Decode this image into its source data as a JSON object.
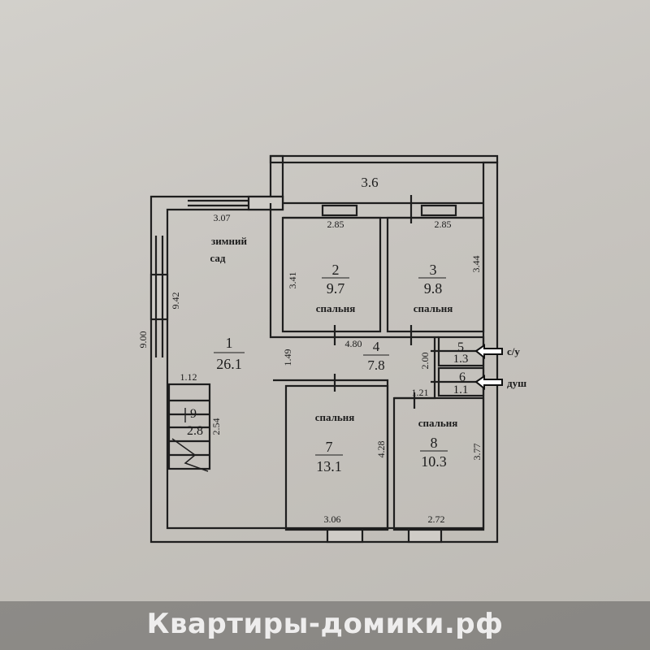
{
  "plan": {
    "balcony_width": "3.6",
    "rooms": [
      {
        "number": "1",
        "area": "26.1",
        "name": "зимний",
        "name2": "сад"
      },
      {
        "number": "2",
        "area": "9.7",
        "name": "спальня"
      },
      {
        "number": "3",
        "area": "9.8",
        "name": "спальня"
      },
      {
        "number": "4",
        "area": "7.8"
      },
      {
        "number": "5",
        "area": "1.3",
        "label": "с/у"
      },
      {
        "number": "6",
        "area": "1.1",
        "label": "душ"
      },
      {
        "number": "7",
        "area": "13.1",
        "name": "спальня"
      },
      {
        "number": "8",
        "area": "10.3",
        "name": "спальня"
      },
      {
        "number": "9",
        "area": "2.8"
      }
    ],
    "dimensions": {
      "d307": "3.07",
      "d285a": "2.85",
      "d285b": "2.85",
      "d341": "3.41",
      "d344": "3.44",
      "d942": "9.42",
      "d900": "9.00",
      "d480": "4.80",
      "d149": "1.49",
      "d200": "2.00",
      "d112": "1.12",
      "d121": "1.21",
      "d254": "2.54",
      "d428": "4.28",
      "d377": "3.77",
      "d306": "3.06",
      "d272": "2.72"
    }
  },
  "watermark": "Квартиры-домики.рф",
  "colors": {
    "wall": "#1e1e1e",
    "paper": "#cdcac5"
  }
}
